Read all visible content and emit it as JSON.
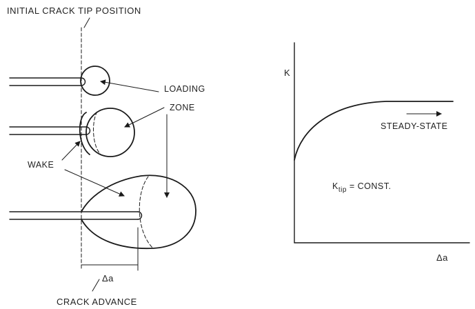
{
  "left_diagram": {
    "labels": {
      "initial_crack_tip": "INITIAL CRACK TIP POSITION",
      "loading_zone_line1": "LOADING",
      "loading_zone_line2": "ZONE",
      "wake": "WAKE",
      "delta_a": "Δa",
      "crack_advance": "CRACK ADVANCE"
    }
  },
  "right_diagram": {
    "labels": {
      "y_axis": "K",
      "x_axis": "Δa",
      "steady_state": "STEADY-STATE",
      "k_tip_main": "K",
      "k_tip_sub": "tip",
      "k_tip_rest": " = CONST."
    }
  }
}
